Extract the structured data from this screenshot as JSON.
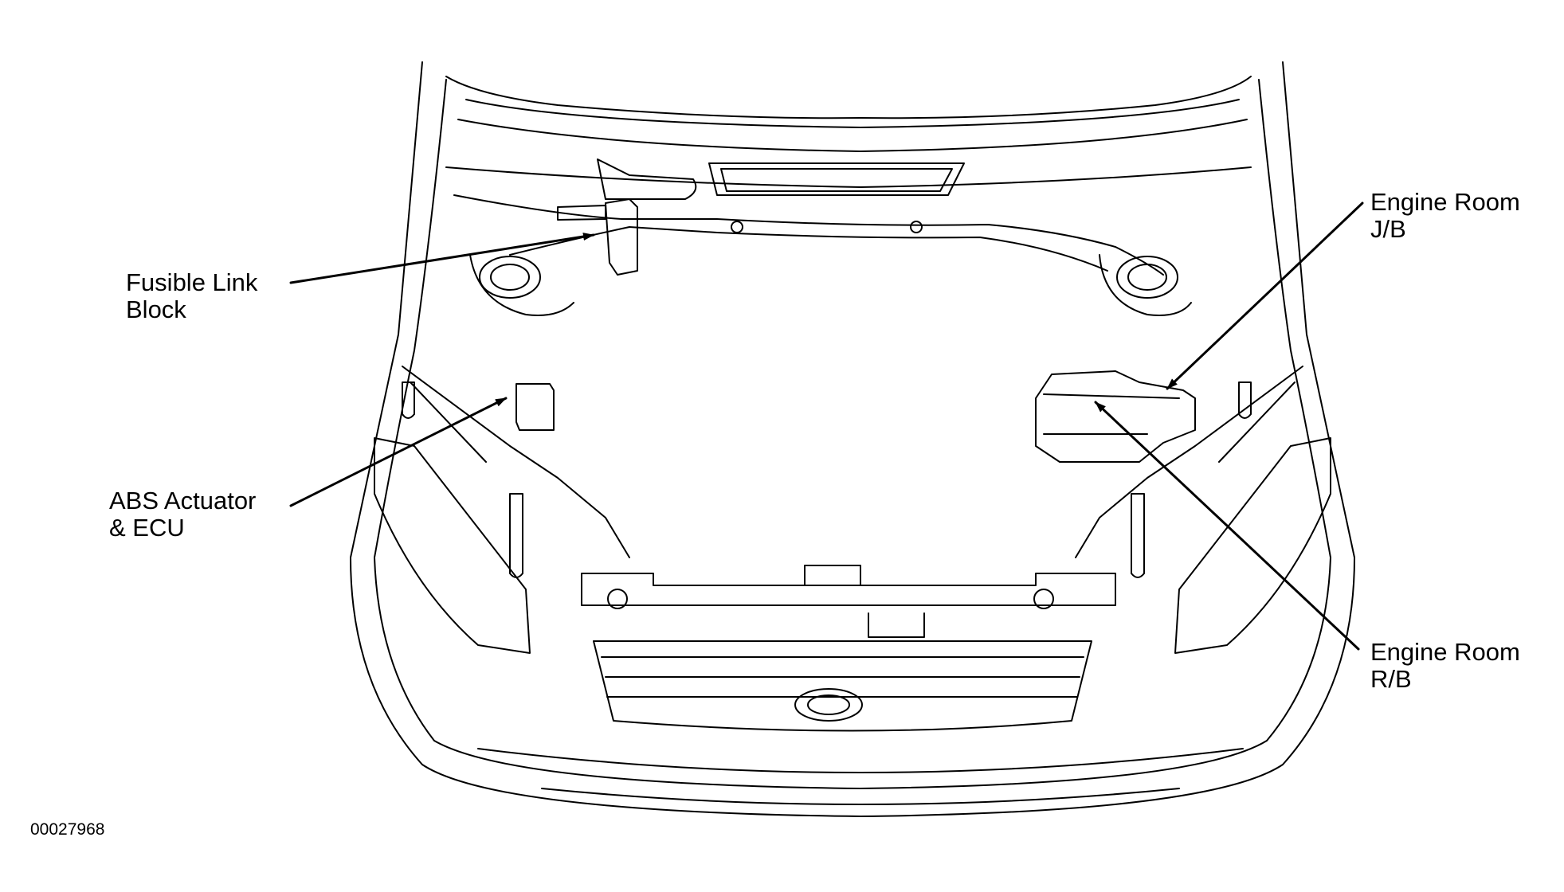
{
  "callouts": {
    "fusible_link": {
      "line1": "Fusible Link",
      "line2": "Block"
    },
    "abs": {
      "line1": "ABS Actuator",
      "line2": "& ECU"
    },
    "engine_jb": {
      "line1": "Engine Room",
      "line2": "J/B"
    },
    "engine_rb": {
      "line1": "Engine Room",
      "line2": "R/B"
    }
  },
  "figure_id": "00027968",
  "colors": {
    "ink": "#000000",
    "paper": "#ffffff"
  }
}
